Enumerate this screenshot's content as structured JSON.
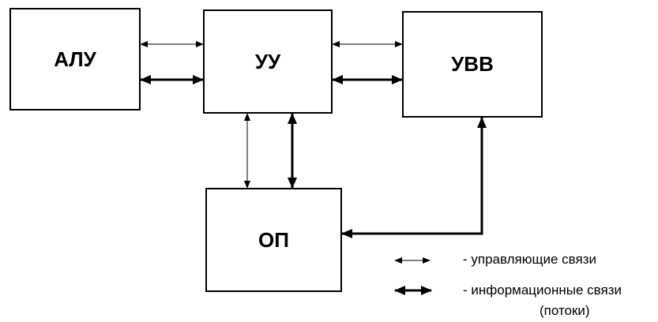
{
  "blocks": {
    "alu": "АЛУ",
    "uu": "УУ",
    "uvv": "УВВ",
    "op": "ОП"
  },
  "legend": {
    "control": "- управляющие связи",
    "info": "- информационные связи",
    "info_sub": "(потоки)"
  }
}
